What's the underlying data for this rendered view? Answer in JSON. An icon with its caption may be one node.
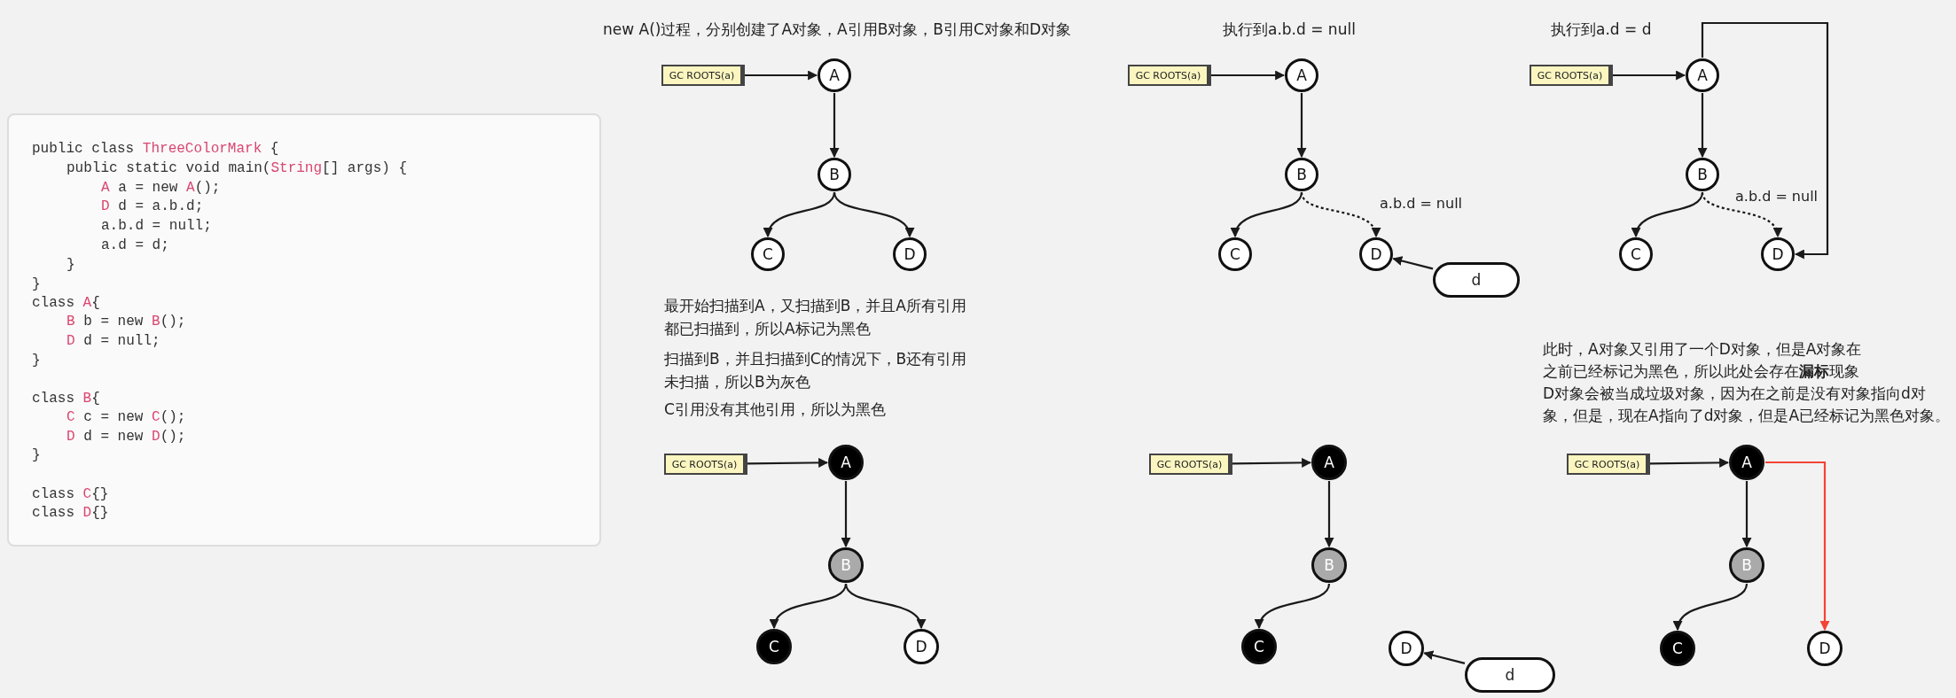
{
  "diagram": {
    "nodes": [
      {
        "text": [
          "GC ROOTS(a)"
        ]
      },
      {
        "text": [
          "A"
        ]
      },
      {
        "text": [
          "B"
        ]
      },
      {
        "text": [
          "C"
        ]
      },
      {
        "text": [
          "D"
        ]
      },
      {
        "text": [
          "GC ROOTS(a)"
        ]
      },
      {
        "text": [
          "A"
        ]
      },
      {
        "text": [
          "B"
        ]
      },
      {
        "text": [
          "C"
        ]
      },
      {
        "text": [
          "D"
        ]
      },
      {
        "text": [
          "d"
        ]
      },
      {
        "text": [
          "GC ROOTS(a)"
        ]
      },
      {
        "text": [
          "A"
        ]
      },
      {
        "text": [
          "B"
        ]
      },
      {
        "text": [
          "C"
        ]
      },
      {
        "text": [
          "D"
        ]
      },
      {
        "text": [
          "GC ROOTS(a)"
        ]
      },
      {
        "text": [
          "A"
        ]
      },
      {
        "text": [
          "B"
        ]
      },
      {
        "text": [
          "C"
        ]
      },
      {
        "text": [
          "D"
        ]
      },
      {
        "text": [
          "GC ROOTS(a)"
        ]
      },
      {
        "text": [
          "A"
        ]
      },
      {
        "text": [
          "B"
        ]
      },
      {
        "text": [
          "C"
        ]
      },
      {
        "text": [
          "D"
        ]
      },
      {
        "text": [
          "d"
        ]
      },
      {
        "text": [
          "GC ROOTS(a)"
        ]
      },
      {
        "text": [
          "A"
        ]
      },
      {
        "text": [
          "B"
        ]
      },
      {
        "text": [
          "C"
        ]
      },
      {
        "text": [
          "D"
        ]
      }
    ],
    "edges": [
      {
        "from": 0,
        "to": 1,
        "arrow": "to"
      },
      {
        "from": 1,
        "to": 2,
        "arrow": "to"
      },
      {
        "from": 2,
        "to": 3,
        "arrow": "to"
      },
      {
        "from": 2,
        "to": 4,
        "arrow": "to"
      },
      {
        "from": 5,
        "to": 6,
        "arrow": "to"
      },
      {
        "from": 6,
        "to": 7,
        "arrow": "to"
      },
      {
        "from": 7,
        "to": 8,
        "arrow": "to"
      },
      {
        "from": 7,
        "to": 9,
        "arrow": "to",
        "style": "dashed",
        "label": "a.b.d = null"
      },
      {
        "from": 10,
        "to": 9,
        "arrow": "to"
      },
      {
        "from": 11,
        "to": 12,
        "arrow": "to"
      },
      {
        "from": 12,
        "to": 13,
        "arrow": "to"
      },
      {
        "from": 13,
        "to": 14,
        "arrow": "to"
      },
      {
        "from": 13,
        "to": 15,
        "arrow": "to",
        "style": "dashed",
        "label": "a.b.d = null"
      },
      {
        "from": 12,
        "to": 15,
        "arrow": "to"
      },
      {
        "from": 16,
        "to": 17,
        "arrow": "to"
      },
      {
        "from": 17,
        "to": 18,
        "arrow": "to"
      },
      {
        "from": 18,
        "to": 19,
        "arrow": "to"
      },
      {
        "from": 18,
        "to": 20,
        "arrow": "to"
      },
      {
        "from": 21,
        "to": 22,
        "arrow": "to"
      },
      {
        "from": 22,
        "to": 23,
        "arrow": "to"
      },
      {
        "from": 23,
        "to": 24,
        "arrow": "to"
      },
      {
        "from": 26,
        "to": 25,
        "arrow": "to"
      },
      {
        "from": 27,
        "to": 28,
        "arrow": "to"
      },
      {
        "from": 28,
        "to": 29,
        "arrow": "to"
      },
      {
        "from": 29,
        "to": 30,
        "arrow": "to"
      },
      {
        "from": 28,
        "to": 31,
        "arrow": "to",
        "color": "#f44336"
      }
    ],
    "labels": [
      "public class ThreeColorMark {",
      "public static void main(String[] args) {",
      "A a = new A();",
      "D d = a.b.d;",
      "a.b.d = null;",
      "a.d = d;",
      "}",
      "}",
      "class A{",
      "B b = new B();",
      "D d = null;",
      "}",
      "class B{",
      "C c = new C();",
      "D d = new D();",
      "}",
      "class C{}",
      "class D{}",
      "new A()过程，分别创建了A对象，A引用B对象，B引用C对象和D对象",
      "执行到a.b.d = null",
      "执行到a.d = d",
      "最开始扫描到A，又扫描到B，并且A所有引用都已扫描到，所以A标记为黑色",
      "扫描到B，并且扫描到C的情况下，B还有引用未扫描，所以B为灰色",
      "C引用没有其他引用，所以为黑色",
      "此时，A对象又引用了一个D对象，但是A对象在之前已经标记为黑色，所以此处会存在**漏标**现象",
      "D对象会被当成垃圾对象，因为在之前是没有对象指向d对象，但是，现在A指向了d对象，但是A已经标记为黑色对象。"
    ]
  }
}
